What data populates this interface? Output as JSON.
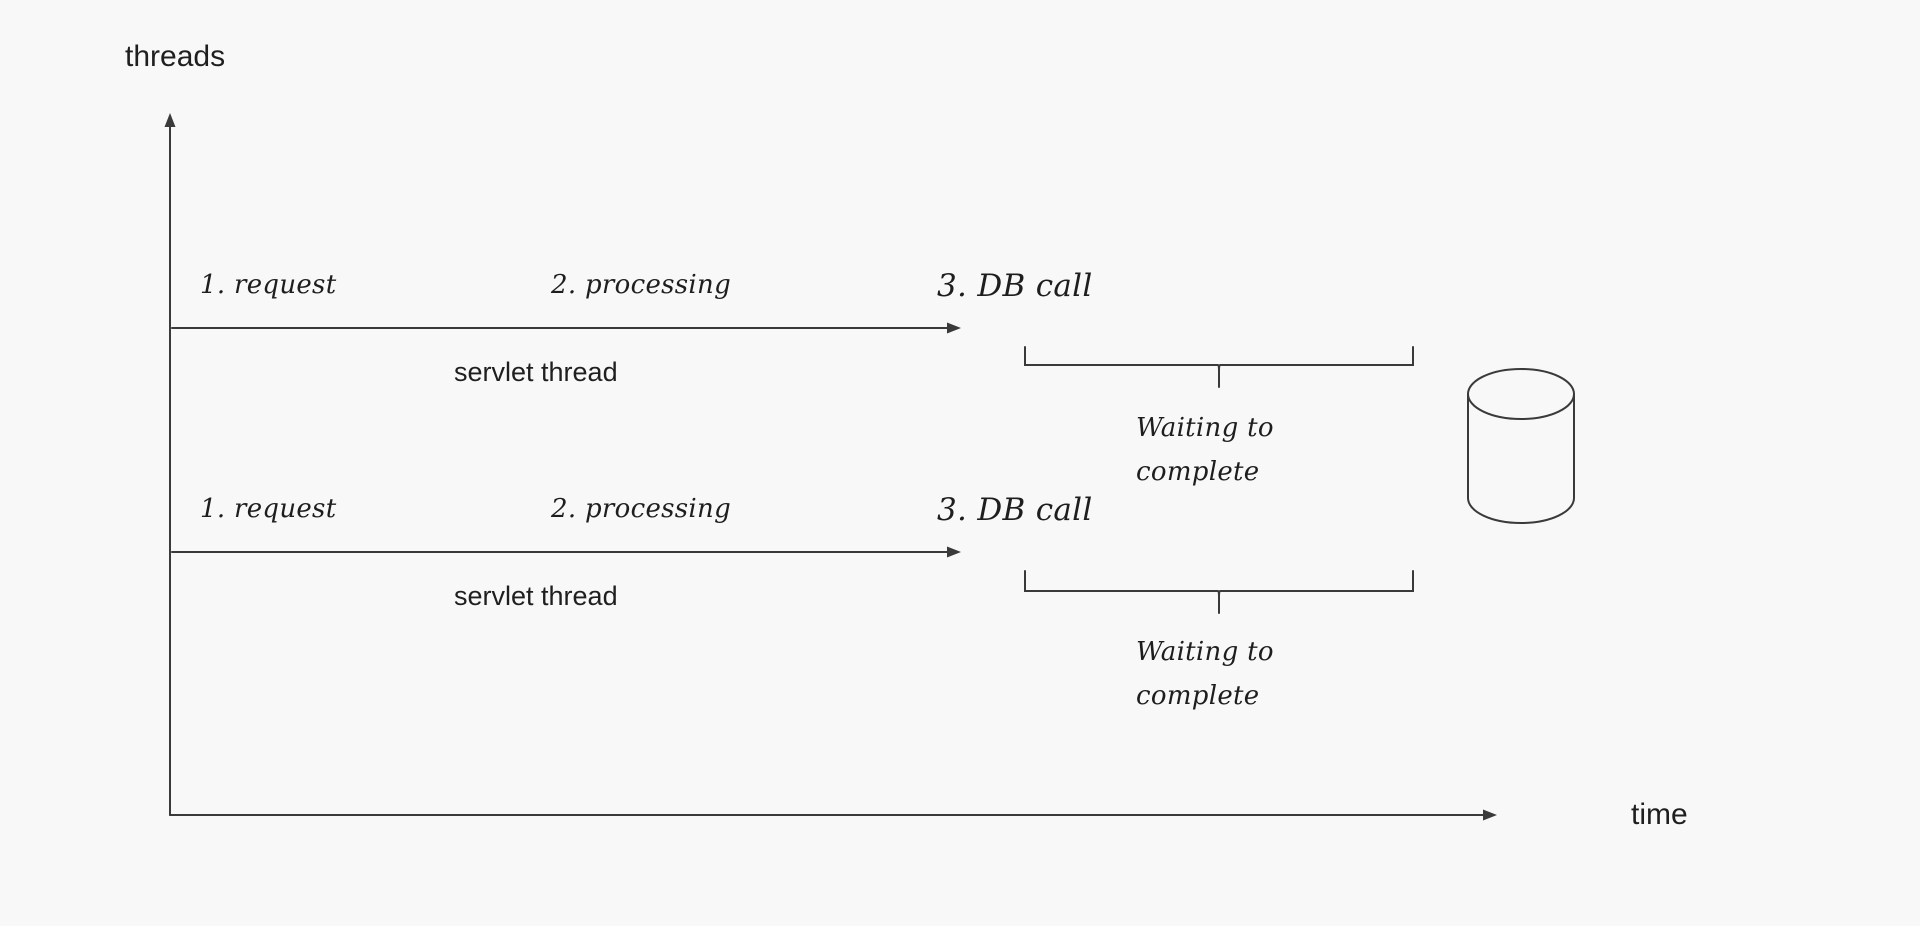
{
  "axes": {
    "y_label": "threads",
    "x_label": "time"
  },
  "threads": [
    {
      "step_request": "1. request",
      "step_processing": "2. processing",
      "step_db": "3. DB call",
      "thread_label": "servlet thread",
      "waiting_line1": "Waiting to",
      "waiting_line2": "complete"
    },
    {
      "step_request": "1. request",
      "step_processing": "2. processing",
      "step_db": "3. DB call",
      "thread_label": "servlet thread",
      "waiting_line1": "Waiting to",
      "waiting_line2": "complete"
    }
  ],
  "colors": {
    "background": "#f8f8f8",
    "stroke": "#3a3a3a",
    "text": "#1f1f1f"
  },
  "icons": {
    "database": "database-cylinder-icon"
  }
}
